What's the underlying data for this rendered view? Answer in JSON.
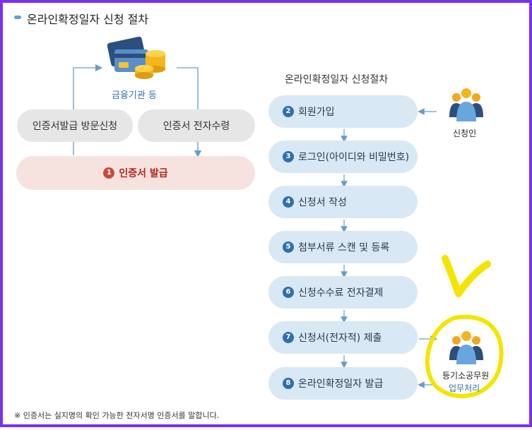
{
  "title": "온라인확정일자 신청 절차",
  "left": {
    "bank_label": "금융기관 등",
    "visit_apply": "인증서발급 방문신청",
    "electronic_receive": "인증서 전자수령",
    "issue": {
      "number": "1",
      "label": "인증서 발급"
    }
  },
  "right": {
    "heading": "온라인확정일자 신청절차",
    "steps": [
      {
        "number": "2",
        "label": "회원가입"
      },
      {
        "number": "3",
        "label": "로그인(아이디와 비밀번호)"
      },
      {
        "number": "4",
        "label": "신청서 작성"
      },
      {
        "number": "5",
        "label": "첨부서류 스캔 및 등록"
      },
      {
        "number": "6",
        "label": "신청수수료 전자결제"
      },
      {
        "number": "7",
        "label": "신청서(전자적) 제출"
      },
      {
        "number": "8",
        "label": "온라인확정일자 발급"
      }
    ],
    "applicant_label": "신청인",
    "officer_label_line1": "등기소공무원",
    "officer_label_line2": "업무처리"
  },
  "footnote": "※ 인증서는 실지명의 확인 가능한 전자서명 인증서를 말합니다.",
  "colors": {
    "frame": "#7b2ff0",
    "step_fill": "#d9e8f5",
    "step_badge": "#2f6fae",
    "issue_fill": "#f6e3df",
    "issue_badge": "#c94a3a",
    "connector": "#6b9cc4",
    "highlight": "#f5e400"
  },
  "icons": [
    "card-coins-icon",
    "applicant-group-icon",
    "officer-group-icon",
    "checkmark-icon"
  ]
}
